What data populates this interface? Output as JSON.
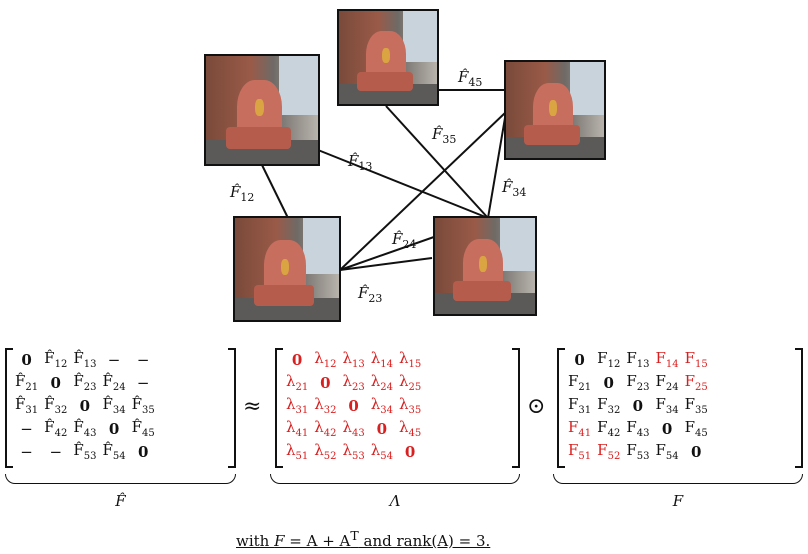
{
  "graph": {
    "edges": [
      {
        "label": "F̂",
        "sub": "12"
      },
      {
        "label": "F̂",
        "sub": "13"
      },
      {
        "label": "F̂",
        "sub": "23"
      },
      {
        "label": "F̂",
        "sub": "24"
      },
      {
        "label": "F̂",
        "sub": "34"
      },
      {
        "label": "F̂",
        "sub": "35"
      },
      {
        "label": "F̂",
        "sub": "45"
      }
    ]
  },
  "matrices": {
    "fhat_label": "F̂",
    "lambda_label": "Λ",
    "f_label": "F",
    "approx": "≈",
    "odot": "⊙",
    "fhat_rows": [
      [
        "0",
        "F̂12",
        "F̂13",
        "−",
        "−"
      ],
      [
        "F̂21",
        "0",
        "F̂23",
        "F̂24",
        "−"
      ],
      [
        "F̂31",
        "F̂32",
        "0",
        "F̂34",
        "F̂35"
      ],
      [
        "−",
        "F̂42",
        "F̂43",
        "0",
        "F̂45"
      ],
      [
        "−",
        "−",
        "F̂53",
        "F̂54",
        "0"
      ]
    ],
    "lambda_rows": [
      [
        "0",
        "λ12",
        "λ13",
        "λ14",
        "λ15"
      ],
      [
        "λ21",
        "0",
        "λ23",
        "λ24",
        "λ25"
      ],
      [
        "λ31",
        "λ32",
        "0",
        "λ34",
        "λ35"
      ],
      [
        "λ41",
        "λ42",
        "λ43",
        "0",
        "λ45"
      ],
      [
        "λ51",
        "λ52",
        "λ53",
        "λ54",
        "0"
      ]
    ],
    "f_rows": [
      [
        "0",
        "F12",
        "F13",
        "F14",
        "F15"
      ],
      [
        "F21",
        "0",
        "F23",
        "F24",
        "F25"
      ],
      [
        "F31",
        "F32",
        "0",
        "F34",
        "F35"
      ],
      [
        "F41",
        "F42",
        "F43",
        "0",
        "F45"
      ],
      [
        "F51",
        "F52",
        "F53",
        "F54",
        "0"
      ]
    ],
    "f_red": [
      [
        0,
        3
      ],
      [
        0,
        4
      ],
      [
        1,
        4
      ],
      [
        3,
        0
      ],
      [
        4,
        0
      ],
      [
        4,
        1
      ]
    ]
  },
  "caption": "with F = A + A^T and rank(A) = 3."
}
